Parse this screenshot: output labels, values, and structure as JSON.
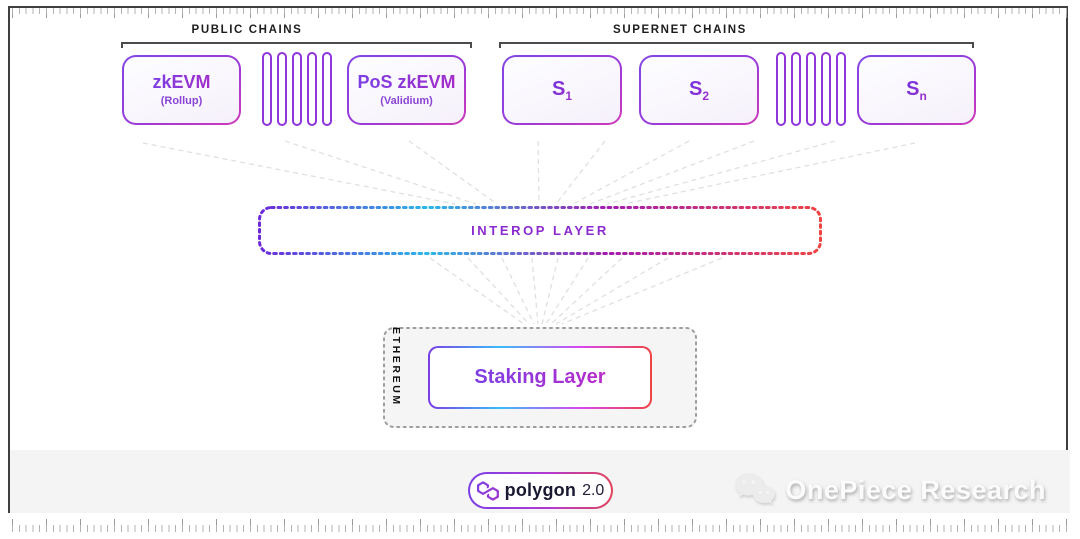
{
  "diagram": {
    "public_chains": {
      "label": "PUBLIC CHAINS",
      "boxes": [
        {
          "title": "zkEVM",
          "subtitle": "(Rollup)"
        },
        {
          "title": "PoS zkEVM",
          "subtitle": "(Validium)"
        }
      ]
    },
    "supernet_chains": {
      "label": "SUPERNET CHAINS",
      "boxes": [
        {
          "base": "S",
          "sub": "1"
        },
        {
          "base": "S",
          "sub": "2"
        },
        {
          "base": "S",
          "sub": "n"
        }
      ]
    },
    "interop_layer": {
      "label": "INTEROP LAYER"
    },
    "ethereum": {
      "label": "ETHEREUM",
      "staking_label": "Staking Layer"
    }
  },
  "footer": {
    "badge": {
      "brand": "polygon",
      "version": "2.0"
    },
    "watermark": {
      "text": "OnePiece Research",
      "icon": "wechat-icon"
    }
  },
  "colors": {
    "purple": "#7b3fe4",
    "magenta": "#b13bd1",
    "cyan": "#38bdf8",
    "red": "#ef4444",
    "frame": "#3f3f3f",
    "band": "#f4f4f5"
  }
}
